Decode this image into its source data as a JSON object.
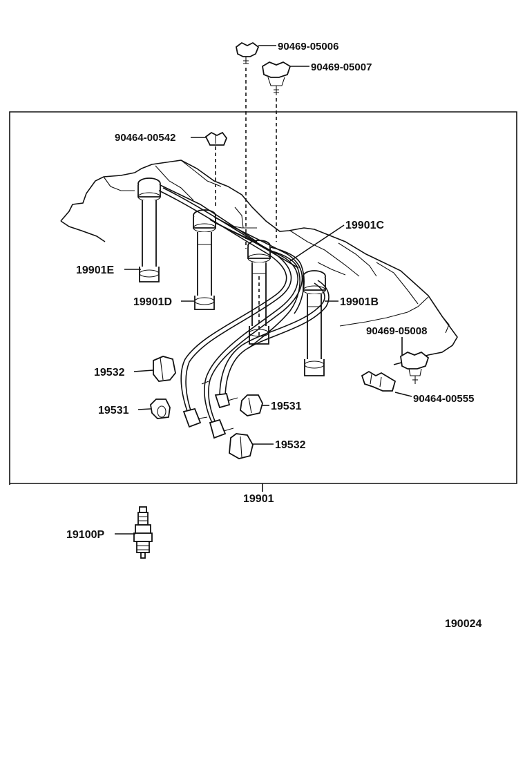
{
  "labels": {
    "clamp_top_1": "90469-05006",
    "clamp_top_2": "90469-05007",
    "clamp_left": "90464-00542",
    "cord_c": "19901C",
    "cord_e": "19901E",
    "cord_d": "19901D",
    "cord_b": "19901B",
    "clamp_right_1": "90469-05008",
    "clamp_right_2": "90464-00555",
    "boot_532_left": "19532",
    "boot_531_left": "19531",
    "boot_531_right": "19531",
    "boot_532_right": "19532",
    "cord_set": "19901",
    "spark_plug": "19100P",
    "diagram_number": "190024"
  }
}
